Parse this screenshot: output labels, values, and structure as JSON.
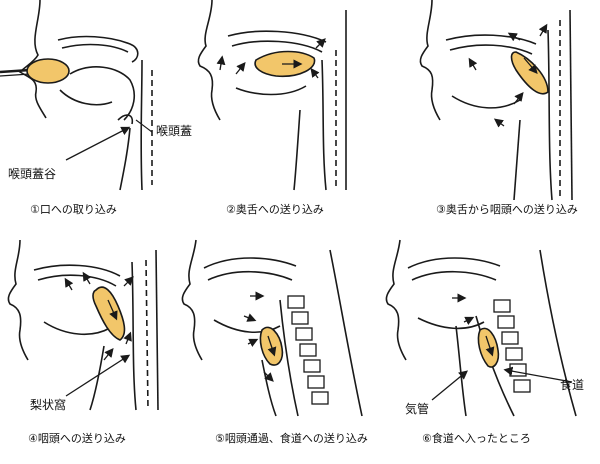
{
  "panels": [
    {
      "caption": "①口への取り込み"
    },
    {
      "caption": "②奥舌への送り込み"
    },
    {
      "caption": "③奥舌から咽頭への送り込み"
    },
    {
      "caption": "④咽頭への送り込み"
    },
    {
      "caption": "⑤咽頭通過、食道への送り込み"
    },
    {
      "caption": "⑥食道へ入ったところ"
    }
  ],
  "labels": {
    "epiglottis": "喉頭蓋",
    "vallecula": "喉頭蓋谷",
    "pyriform_sinus": "梨状窩",
    "esophagus": "食道",
    "trachea": "気管"
  },
  "colors": {
    "bolus": "#f2c66a",
    "outline": "#1a1a1a"
  }
}
